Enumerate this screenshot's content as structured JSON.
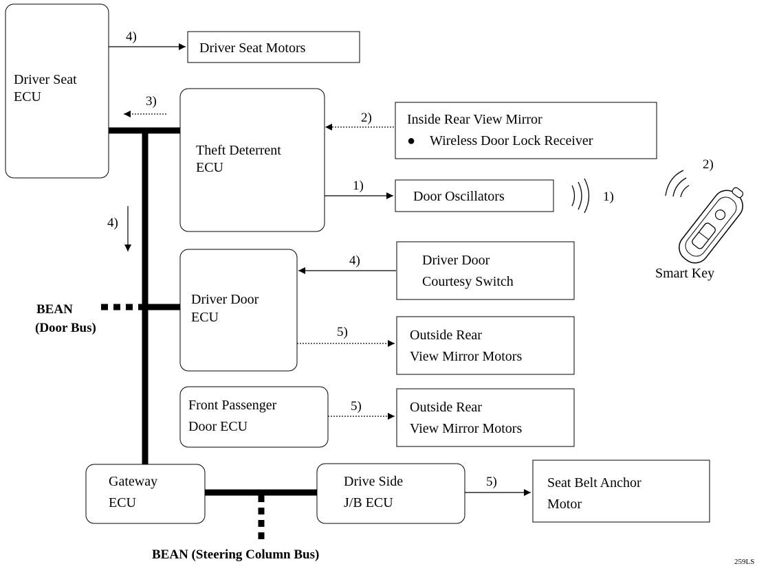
{
  "nodes": {
    "driver_seat_ecu": [
      "Driver Seat",
      "ECU"
    ],
    "driver_seat_motors": "Driver Seat Motors",
    "theft_deterrent_ecu": [
      "Theft Deterrent",
      "ECU"
    ],
    "inside_rear_view_mirror": [
      "Inside Rear View Mirror",
      "Wireless Door Lock Receiver"
    ],
    "door_oscillators": "Door Oscillators",
    "driver_door_ecu": [
      "Driver Door",
      "ECU"
    ],
    "driver_door_courtesy_switch": [
      "Driver Door",
      "Courtesy Switch"
    ],
    "outside_mirror_motors_1": [
      "Outside Rear",
      "View Mirror Motors"
    ],
    "front_passenger_door_ecu": [
      "Front Passenger",
      "Door ECU"
    ],
    "outside_mirror_motors_2": [
      "Outside Rear",
      "View Mirror Motors"
    ],
    "gateway_ecu": [
      "Gateway",
      "ECU"
    ],
    "drive_side_jb_ecu": [
      "Drive Side",
      "J/B ECU"
    ],
    "seat_belt_anchor_motor": [
      "Seat Belt Anchor",
      "Motor"
    ],
    "smart_key": "Smart Key"
  },
  "bullet": "●",
  "steps": {
    "to_seat_motors": "4)",
    "to_seat_ecu": "3)",
    "from_mirror": "2)",
    "to_oscillators": "1)",
    "oscillator_wave": "1)",
    "key_wave": "2)",
    "bus_down": "4)",
    "from_courtesy_switch": "4)",
    "to_mirror_motors_1": "5)",
    "to_mirror_motors_2": "5)",
    "to_seat_belt_motor": "5)"
  },
  "buses": {
    "door_bus": [
      "BEAN",
      "(Door Bus)"
    ],
    "steering_column_bus": "BEAN (Steering Column Bus)"
  },
  "figure_id": "259LS"
}
